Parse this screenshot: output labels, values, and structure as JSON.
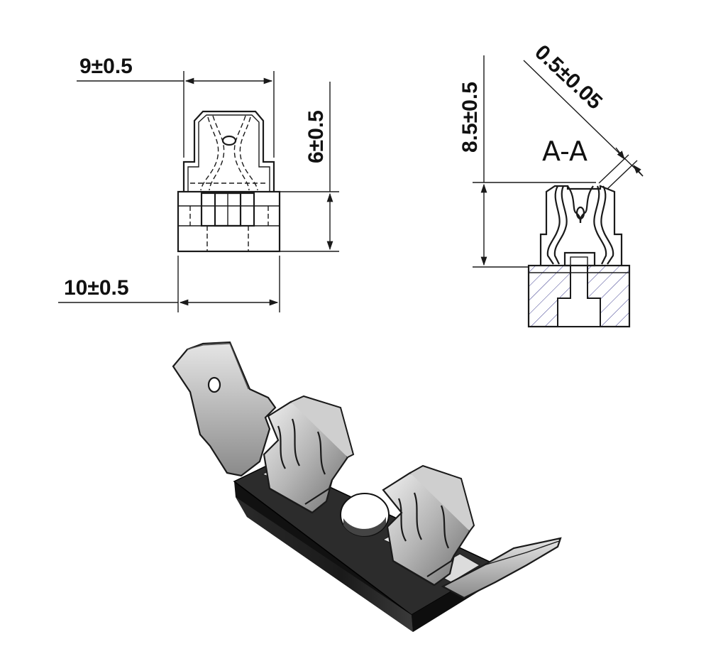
{
  "dimensions": {
    "width_top": "9±0.5",
    "width_bottom": "10±0.5",
    "height_front": "6±0.5",
    "height_section": "8.5±0.5",
    "thickness": "0.5±0.05"
  },
  "section": {
    "label": "A-A"
  },
  "colors": {
    "line": "#1a1a1a",
    "hatch": "#3b3b8f",
    "base_dark": "#1e1e1e",
    "metal_light": "#d9d9d9",
    "metal_mid": "#9a9a9a"
  }
}
